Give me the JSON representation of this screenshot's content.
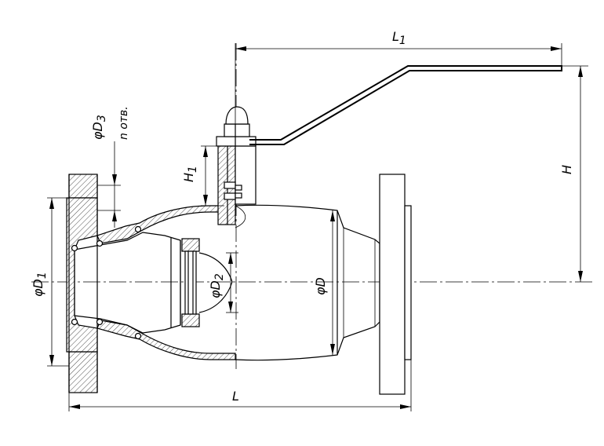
{
  "drawing": {
    "dimensions": {
      "L1": "L",
      "L1_sub": "1",
      "H": "H",
      "H1": "H",
      "H1_sub": "1",
      "D3": "φD",
      "D3_sub": "3",
      "holes": "n отв.",
      "D1": "φD",
      "D1_sub": "1",
      "D2": "φD",
      "D2_sub": "2",
      "D": "φD",
      "L": "L"
    }
  }
}
